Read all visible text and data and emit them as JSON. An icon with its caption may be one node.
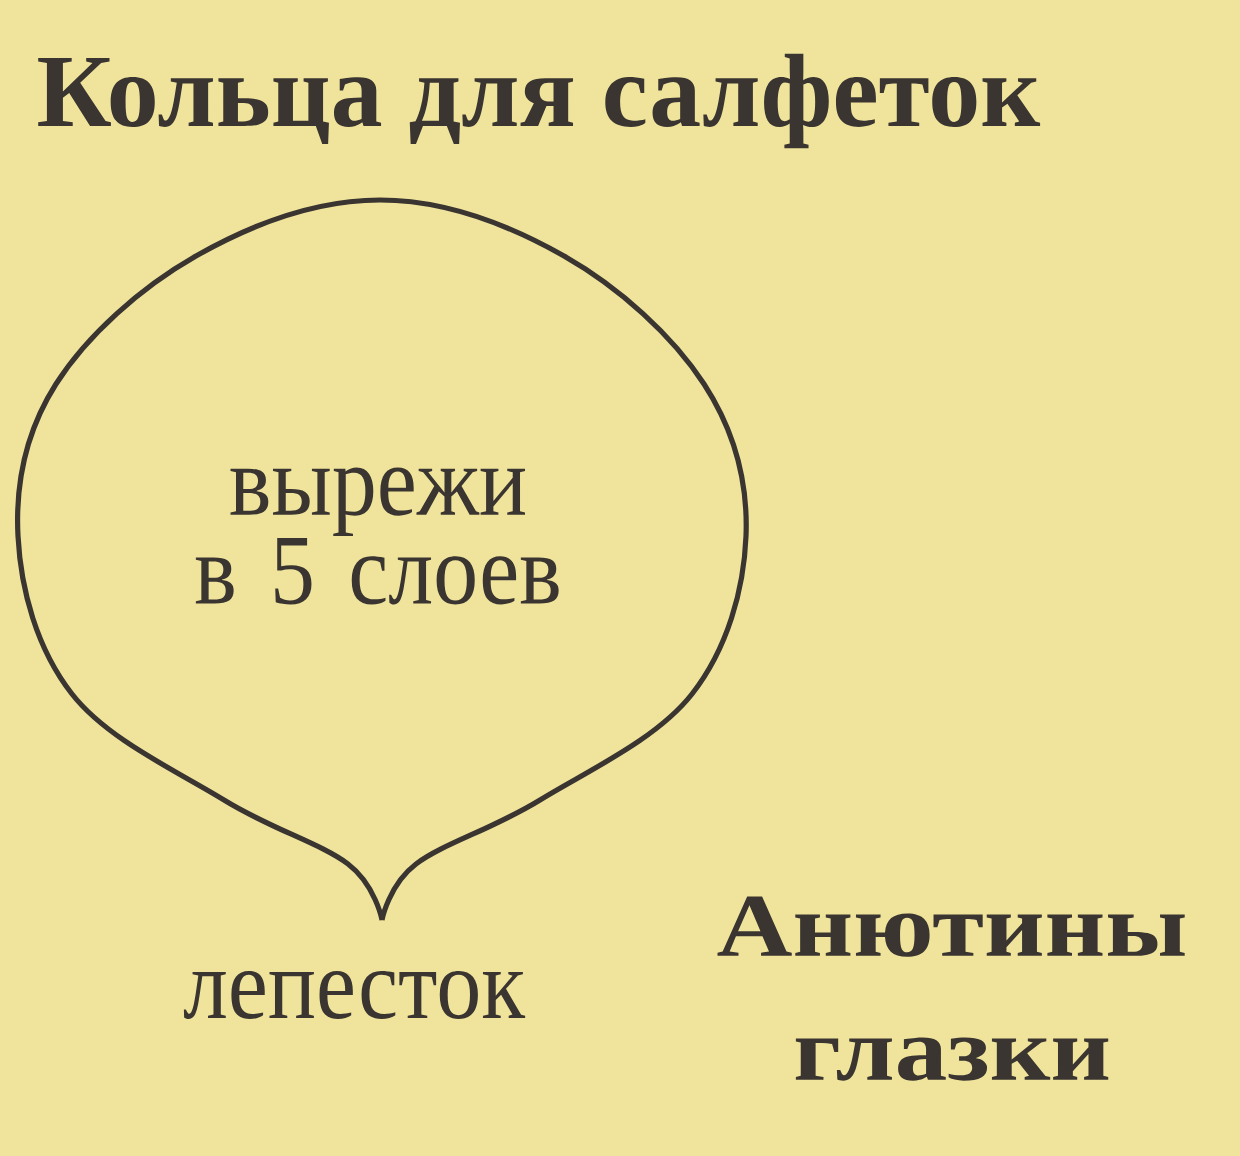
{
  "diagram": {
    "title": "Кольца для салфеток",
    "nodes": [
      {
        "text": [
          "вырежи в 5 слоев"
        ],
        "beside": [
          "лепесток"
        ]
      }
    ],
    "labels": [
      "Анютины глазки"
    ]
  }
}
